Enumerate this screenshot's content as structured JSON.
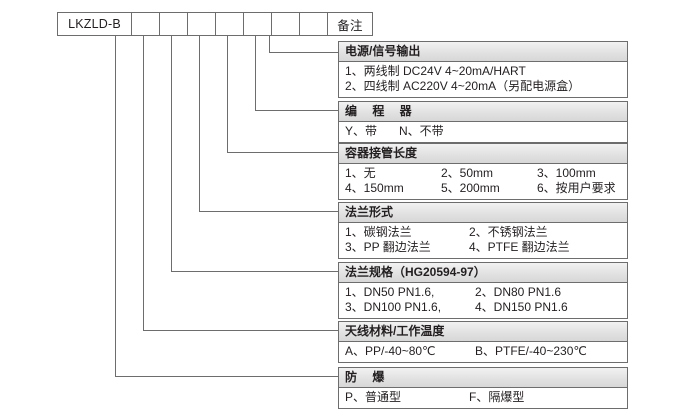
{
  "code_table": {
    "model": "LKZLD-B",
    "slots": [
      "",
      "",
      "",
      "",
      "",
      "",
      ""
    ],
    "remark": "备注"
  },
  "blocks": [
    {
      "name": "power-signal-output",
      "title": "电源/信号输出",
      "rows": [
        [
          "1、两线制  DC24V 4~20mA/HART"
        ],
        [
          "2、四线制 AC220V 4~20mA（另配电源盒）"
        ]
      ]
    },
    {
      "name": "programmer",
      "title": "编 程 器",
      "rows": [
        [
          "Y、带",
          "N、不带"
        ]
      ]
    },
    {
      "name": "vessel-nozzle-length",
      "title": "容器接管长度",
      "rows": [
        [
          "1、无",
          "2、50mm",
          "3、100mm"
        ],
        [
          "4、150mm",
          "5、200mm",
          "6、按用户要求"
        ]
      ]
    },
    {
      "name": "flange-type",
      "title": "法兰形式",
      "rows": [
        [
          "1、碳钢法兰",
          "2、不锈钢法兰"
        ],
        [
          "3、PP 翻边法兰",
          "4、PTFE 翻边法兰"
        ]
      ]
    },
    {
      "name": "flange-specification",
      "title": "法兰规格（HG20594-97）",
      "rows": [
        [
          "1、DN50 PN1.6,",
          "2、DN80 PN1.6"
        ],
        [
          "3、DN100 PN1.6,",
          "4、DN150 PN1.6"
        ]
      ]
    },
    {
      "name": "antenna-material-temperature",
      "title": "天线材料/工作温度",
      "rows": [
        [
          "A、PP/-40~80℃",
          "B、PTFE/-40~230℃"
        ]
      ]
    },
    {
      "name": "explosion-proof",
      "title": "防 爆",
      "rows": [
        [
          "P、普通型",
          "F、隔爆型"
        ]
      ]
    }
  ]
}
